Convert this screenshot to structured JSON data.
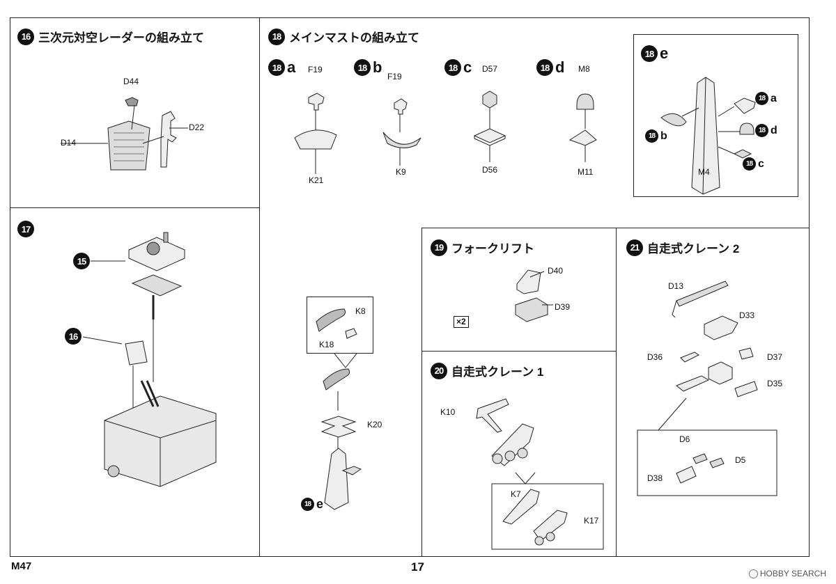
{
  "steps": {
    "s16": {
      "num": "16",
      "title": "三次元対空レーダーの組み立て",
      "parts": [
        "D44",
        "D22",
        "D14"
      ]
    },
    "s17": {
      "num": "17",
      "callouts": [
        "15",
        "16"
      ]
    },
    "s18": {
      "num": "18",
      "title": "メインマストの組み立て",
      "subs": [
        {
          "num": "18",
          "letter": "a",
          "parts": [
            "F19",
            "K21"
          ]
        },
        {
          "num": "18",
          "letter": "b",
          "parts": [
            "F19",
            "K9"
          ]
        },
        {
          "num": "18",
          "letter": "c",
          "parts": [
            "D57",
            "D56"
          ]
        },
        {
          "num": "18",
          "letter": "d",
          "parts": [
            "M8",
            "M11"
          ]
        },
        {
          "num": "18",
          "letter": "e",
          "parts": [
            "M4"
          ]
        }
      ],
      "e_refs": [
        "a",
        "b",
        "c",
        "d"
      ],
      "lower_parts": [
        "K8",
        "K18",
        "K20"
      ],
      "lower_ref": "e"
    },
    "s19": {
      "num": "19",
      "title": "フォークリフト",
      "parts": [
        "D40",
        "D39"
      ],
      "multiplier": "×2"
    },
    "s20": {
      "num": "20",
      "title": "自走式クレーン 1",
      "parts": [
        "K10",
        "K7",
        "K17"
      ]
    },
    "s21": {
      "num": "21",
      "title": "自走式クレーン 2",
      "parts": [
        "D13",
        "D33",
        "D36",
        "D37",
        "D35",
        "D6",
        "D5",
        "D38"
      ]
    }
  },
  "footer": {
    "model": "M47",
    "page": "17"
  },
  "watermark": "HOBBY SEARCH"
}
